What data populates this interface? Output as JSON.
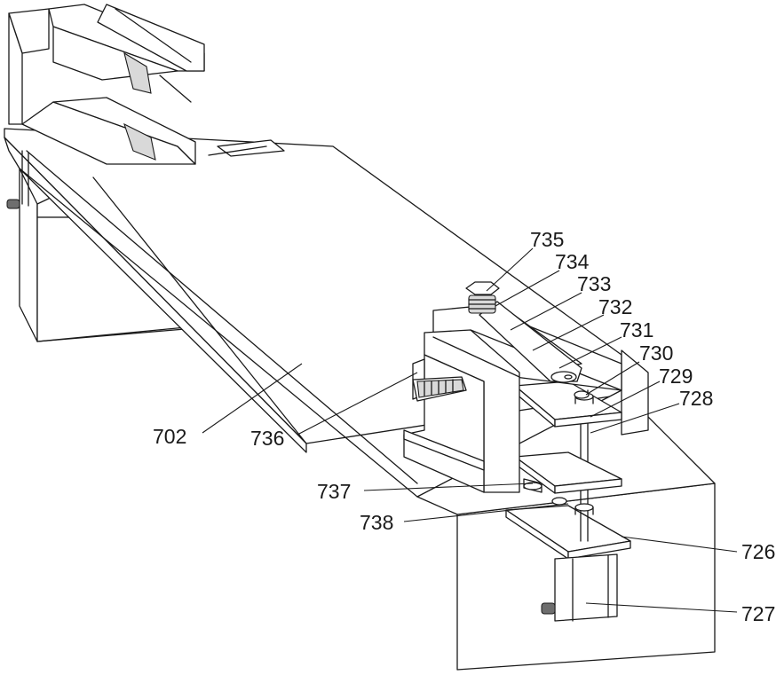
{
  "labels": {
    "l735": "735",
    "l734": "734",
    "l733": "733",
    "l732": "732",
    "l731": "731",
    "l730": "730",
    "l729": "729",
    "l728": "728",
    "l702": "702",
    "l736": "736",
    "l737": "737",
    "l738": "738",
    "l726": "726",
    "l727": "727"
  }
}
